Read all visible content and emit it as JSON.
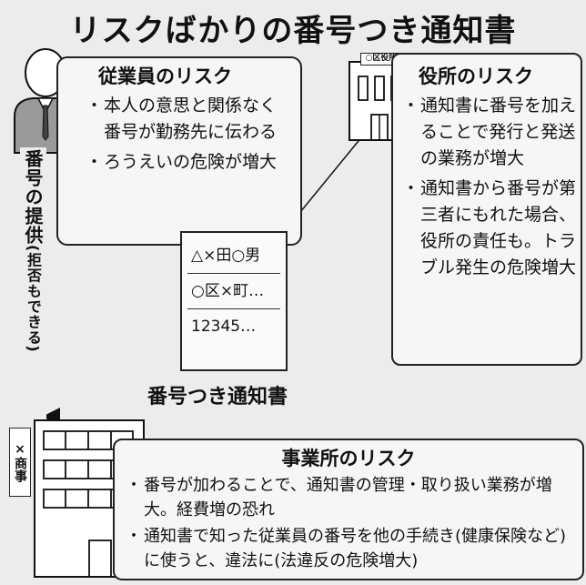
{
  "title": "リスクばかりの番号つき通知書",
  "employee": {
    "heading": "従業員のリスク",
    "bullets": [
      "本人の意思と関係なく番号が勤務先に伝わる",
      "ろうえいの危険が増大"
    ]
  },
  "office": {
    "sign": "○区役所",
    "heading": "役所のリスク",
    "bullets": [
      "通知書に番号を加えることで発行と発送の業務が増大",
      "通知書から番号が第三者にもれた場合、役所の責任も。トラブル発生の危険増大"
    ]
  },
  "arrow_label": {
    "main": "番号の提供",
    "paren": "(拒否もできる)"
  },
  "notice": {
    "lines": [
      "△×田○男",
      "○区×町…",
      "12345…"
    ],
    "caption": "番号つき通知書"
  },
  "company": {
    "sign": "×商事",
    "heading": "事業所のリスク",
    "bullets": [
      "番号が加わることで、通知書の管理・取り扱い業務が増大。経費増の恐れ",
      "通知書で知った従業員の番号を他の手続き(健康保険など)に使うと、違法に(法違反の危険増大)"
    ]
  }
}
